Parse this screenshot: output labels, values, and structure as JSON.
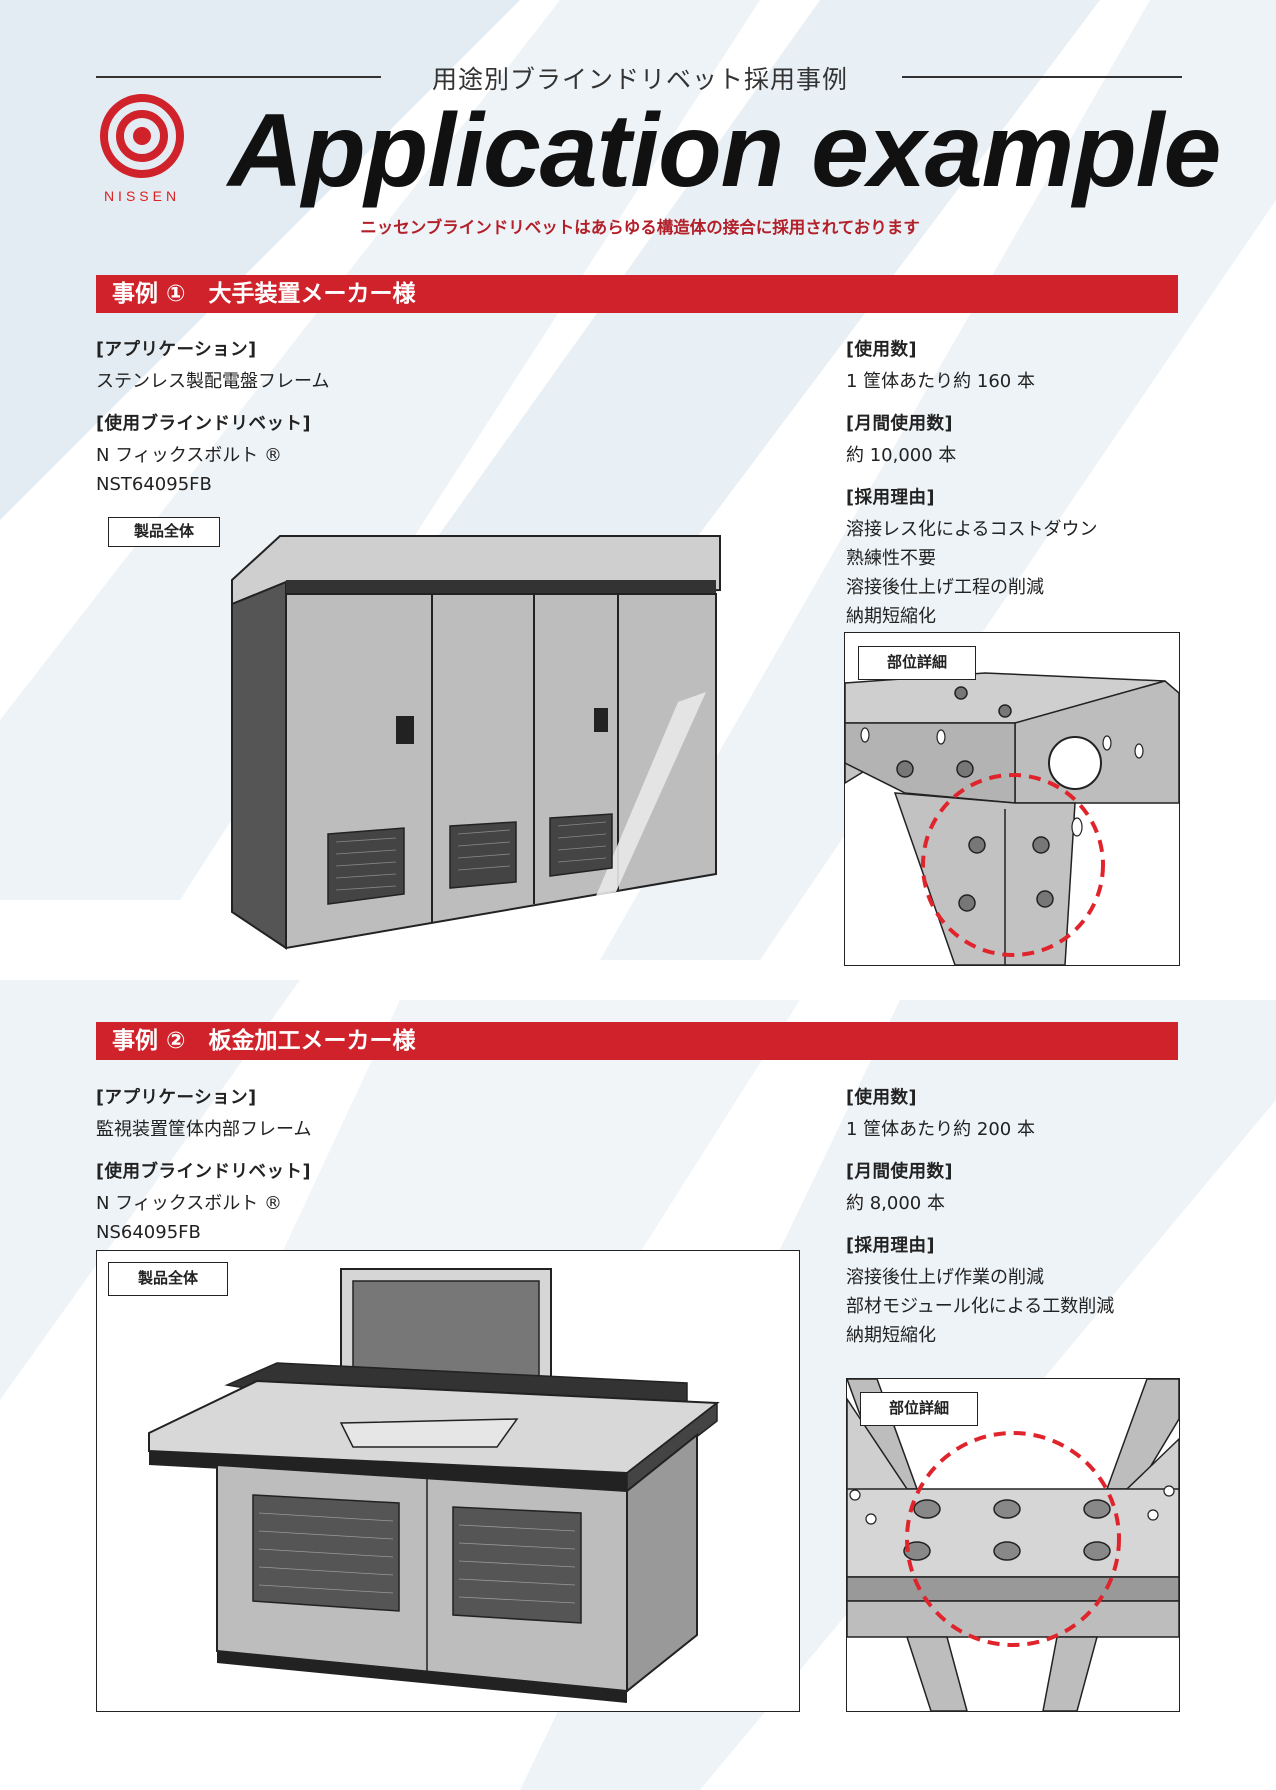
{
  "header": {
    "subtitle": "用途別ブラインドリベット採用事例",
    "title": "Application example",
    "tagline": "ニッセンブラインドリベットはあらゆる構造体の接合に採用されております",
    "logo_text": "NISSEN"
  },
  "case1": {
    "heading": "事例 ①　大手装置メーカー様",
    "application_label": "[アプリケーション]",
    "application_value": "ステンレス製配電盤フレーム",
    "rivet_label": "[使用ブラインドリベット]",
    "rivet_lines": [
      "N フィックスボルト ®",
      "NST64095FB"
    ],
    "usage_label": "[使用数]",
    "usage_value": "1 筐体あたり約 160 本",
    "monthly_label": "[月間使用数]",
    "monthly_value": "約 10,000 本",
    "reason_label": "[採用理由]",
    "reasons": [
      "溶接レス化によるコストダウン",
      "熟練性不要",
      "溶接後仕上げ工程の削減",
      "納期短縮化"
    ],
    "product_tag": "製品全体",
    "detail_tag": "部位詳細"
  },
  "case2": {
    "heading": "事例 ②　板金加工メーカー様",
    "application_label": "[アプリケーション]",
    "application_value": "監視装置筐体内部フレーム",
    "rivet_label": "[使用ブラインドリベット]",
    "rivet_lines": [
      "N フィックスボルト ®",
      "NS64095FB"
    ],
    "usage_label": "[使用数]",
    "usage_value": "1 筐体あたり約 200 本",
    "monthly_label": "[月間使用数]",
    "monthly_value": "約 8,000 本",
    "reason_label": "[採用理由]",
    "reasons": [
      "溶接後仕上げ作業の削減",
      "部材モジュール化による工数削減",
      "納期短縮化"
    ],
    "product_tag": "製品全体",
    "detail_tag": "部位詳細"
  },
  "colors": {
    "accent": "#d0222a",
    "bg_stripe": "#e6eef4"
  }
}
